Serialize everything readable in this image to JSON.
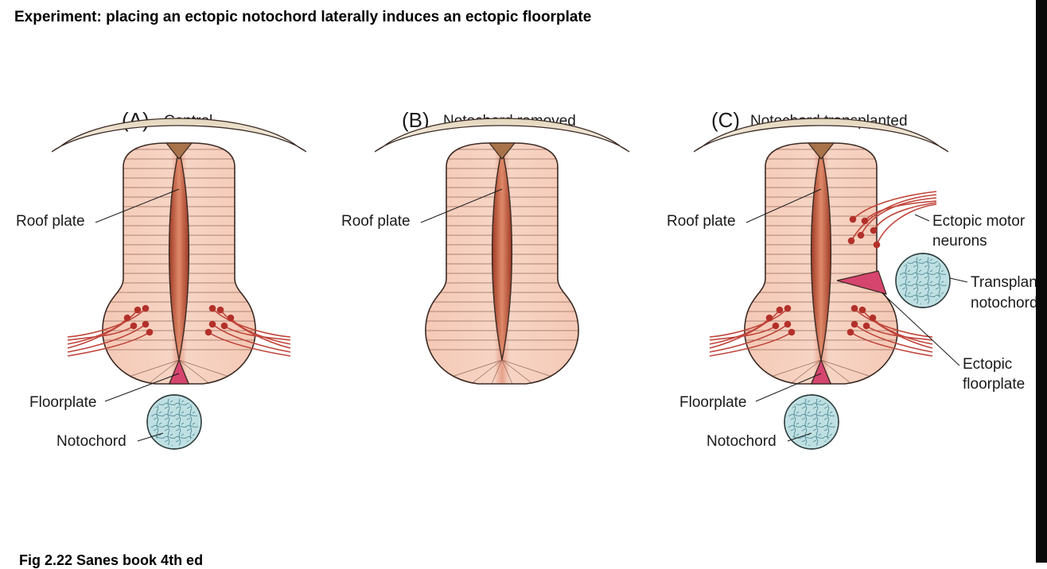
{
  "title": "Experiment: placing an ectopic notochord laterally induces an ectopic floorplate",
  "caption": "Fig 2.22 Sanes book 4th ed",
  "panels": [
    {
      "letter": "(A)",
      "heading": "Control",
      "labels": {
        "roof_plate": "Roof plate",
        "floorplate": "Floorplate",
        "notochord": "Notochord"
      }
    },
    {
      "letter": "(B)",
      "heading": "Notochord removed",
      "labels": {
        "roof_plate": "Roof plate"
      }
    },
    {
      "letter": "(C)",
      "heading": "Notochord transplanted",
      "labels": {
        "roof_plate": "Roof plate",
        "floorplate": "Floorplate",
        "notochord": "Notochord",
        "ectopic_motor_1": "Ectopic motor",
        "ectopic_motor_2": "neurons",
        "transplanted_1": "Transplanted",
        "transplanted_2": "notochord",
        "ectopic_floor_1": "Ectopic",
        "ectopic_floor_2": "floorplate"
      }
    }
  ],
  "colors": {
    "tube_fill": "#f4c2ae",
    "lumen": "#c75c40",
    "roof_plate": "#a8734a",
    "floorplate": "#d6456e",
    "neuron": "#b3302a",
    "axon": "#c0453a",
    "notochord": "#bfe0e3",
    "ectoderm": "#efe6d6"
  }
}
